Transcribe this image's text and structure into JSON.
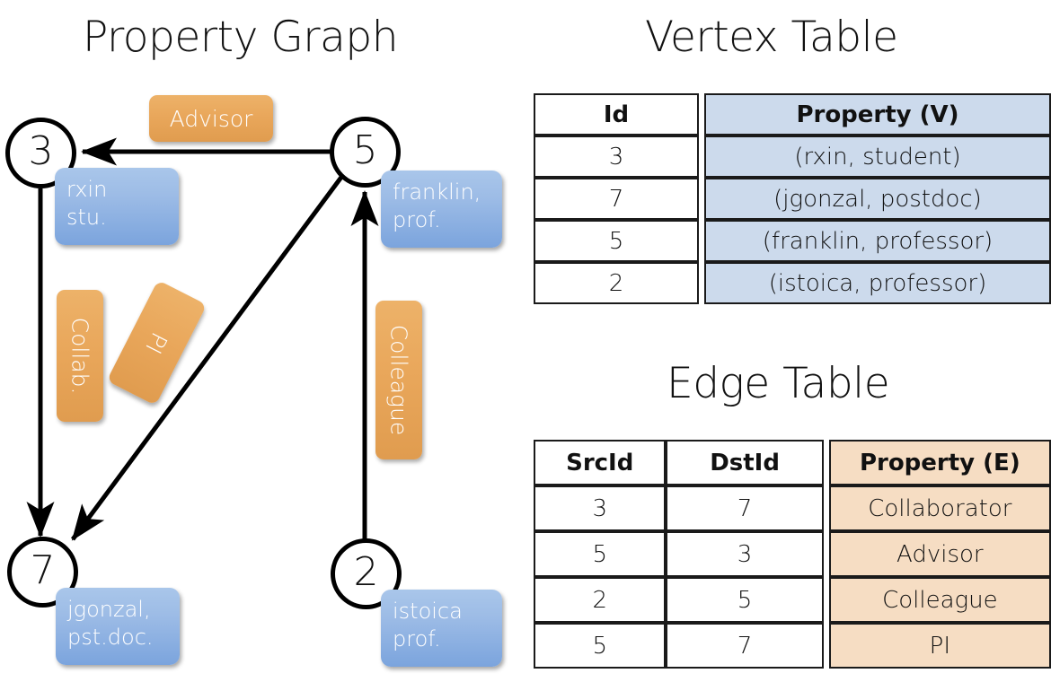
{
  "titles": {
    "graph": "Property Graph",
    "vertex_table": "Vertex Table",
    "edge_table": "Edge Table"
  },
  "graph": {
    "nodes": [
      {
        "id": "3",
        "property_lines": [
          "rxin",
          "stu."
        ]
      },
      {
        "id": "5",
        "property_lines": [
          "franklin,",
          "prof."
        ]
      },
      {
        "id": "7",
        "property_lines": [
          "jgonzal,",
          "pst.doc."
        ]
      },
      {
        "id": "2",
        "property_lines": [
          "istoica",
          "prof."
        ]
      }
    ],
    "edge_labels": [
      {
        "name": "advisor-label",
        "text": "Advisor"
      },
      {
        "name": "collab-label",
        "text": "Collab."
      },
      {
        "name": "pi-label",
        "text": "PI"
      },
      {
        "name": "colleague-label",
        "text": "Colleague"
      }
    ]
  },
  "vertex_table": {
    "columns": [
      "Id",
      "Property (V)"
    ],
    "rows": [
      {
        "id": "3",
        "property": "(rxin, student)"
      },
      {
        "id": "7",
        "property": "(jgonzal, postdoc)"
      },
      {
        "id": "5",
        "property": "(franklin, professor)"
      },
      {
        "id": "2",
        "property": "(istoica, professor)"
      }
    ]
  },
  "edge_table": {
    "columns": [
      "SrcId",
      "DstId",
      "Property (E)"
    ],
    "rows": [
      {
        "src": "3",
        "dst": "7",
        "property": "Collaborator"
      },
      {
        "src": "5",
        "dst": "3",
        "property": "Advisor"
      },
      {
        "src": "2",
        "dst": "5",
        "property": "Colleague"
      },
      {
        "src": "5",
        "dst": "7",
        "property": "PI"
      }
    ]
  },
  "colors": {
    "vertex_property_fill": "#ccdaec",
    "edge_property_fill": "#f6ddc3",
    "node_box_blue": "#9dbce6",
    "edge_label_orange": "#e9a75b",
    "stroke": "#000000"
  }
}
